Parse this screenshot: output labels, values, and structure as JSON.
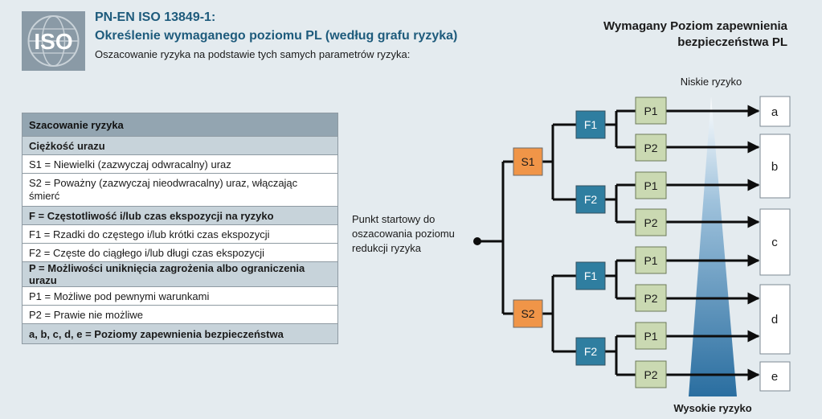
{
  "header": {
    "logo_text": "ISO",
    "title": "PN-EN ISO 13849-1:",
    "subtitle": "Określenie wymaganego poziomu PL (według grafu ryzyka)",
    "description": "Oszacowanie ryzyka na podstawie tych samych parametrów ryzyka:"
  },
  "pl_heading": "Wymagany Poziom zapewnienia bezpieczeństwa PL",
  "table": {
    "header": "Szacowanie ryzyka",
    "severity": {
      "heading": "Ciężkość urazu",
      "s1": "S1 = Niewielki (zazwyczaj odwracalny) uraz",
      "s2": "S2 = Poważny (zazwyczaj nieodwracalny) uraz, włączając\nśmierć"
    },
    "frequency": {
      "heading": "F = Częstotliwość i/lub czas ekspozycji na ryzyko",
      "f1": "F1 = Rzadki do częstego i/lub krótki czas ekspozycji",
      "f2": "F2 = Częste do ciągłego i/lub długi czas ekspozycji"
    },
    "possibility": {
      "heading": "P = Możliwości uniknięcia zagrożenia albo ograniczenia urazu",
      "p1": "P1 = Możliwe pod pewnymi warunkami",
      "p2": "P2 = Prawie nie możliwe"
    },
    "footer": "a, b, c, d, e = Poziomy zapewnienia bezpieczeństwa"
  },
  "start_label": "Punkt startowy do oszacowania poziomu redukcji ryzyka",
  "graph": {
    "low_risk": "Niskie ryzyko",
    "high_risk": "Wysokie ryzyko",
    "s_nodes": [
      "S1",
      "S2"
    ],
    "f_nodes": [
      "F1",
      "F2",
      "F1",
      "F2"
    ],
    "p_nodes": [
      "P1",
      "P2",
      "P1",
      "P2",
      "P1",
      "P2",
      "P1",
      "P2"
    ],
    "pl_levels": [
      "a",
      "b",
      "c",
      "d",
      "e"
    ],
    "colors": {
      "s": "#f09548",
      "f": "#2f7ea0",
      "p": "#cad9b2",
      "beam": "#2f6f9c"
    }
  }
}
